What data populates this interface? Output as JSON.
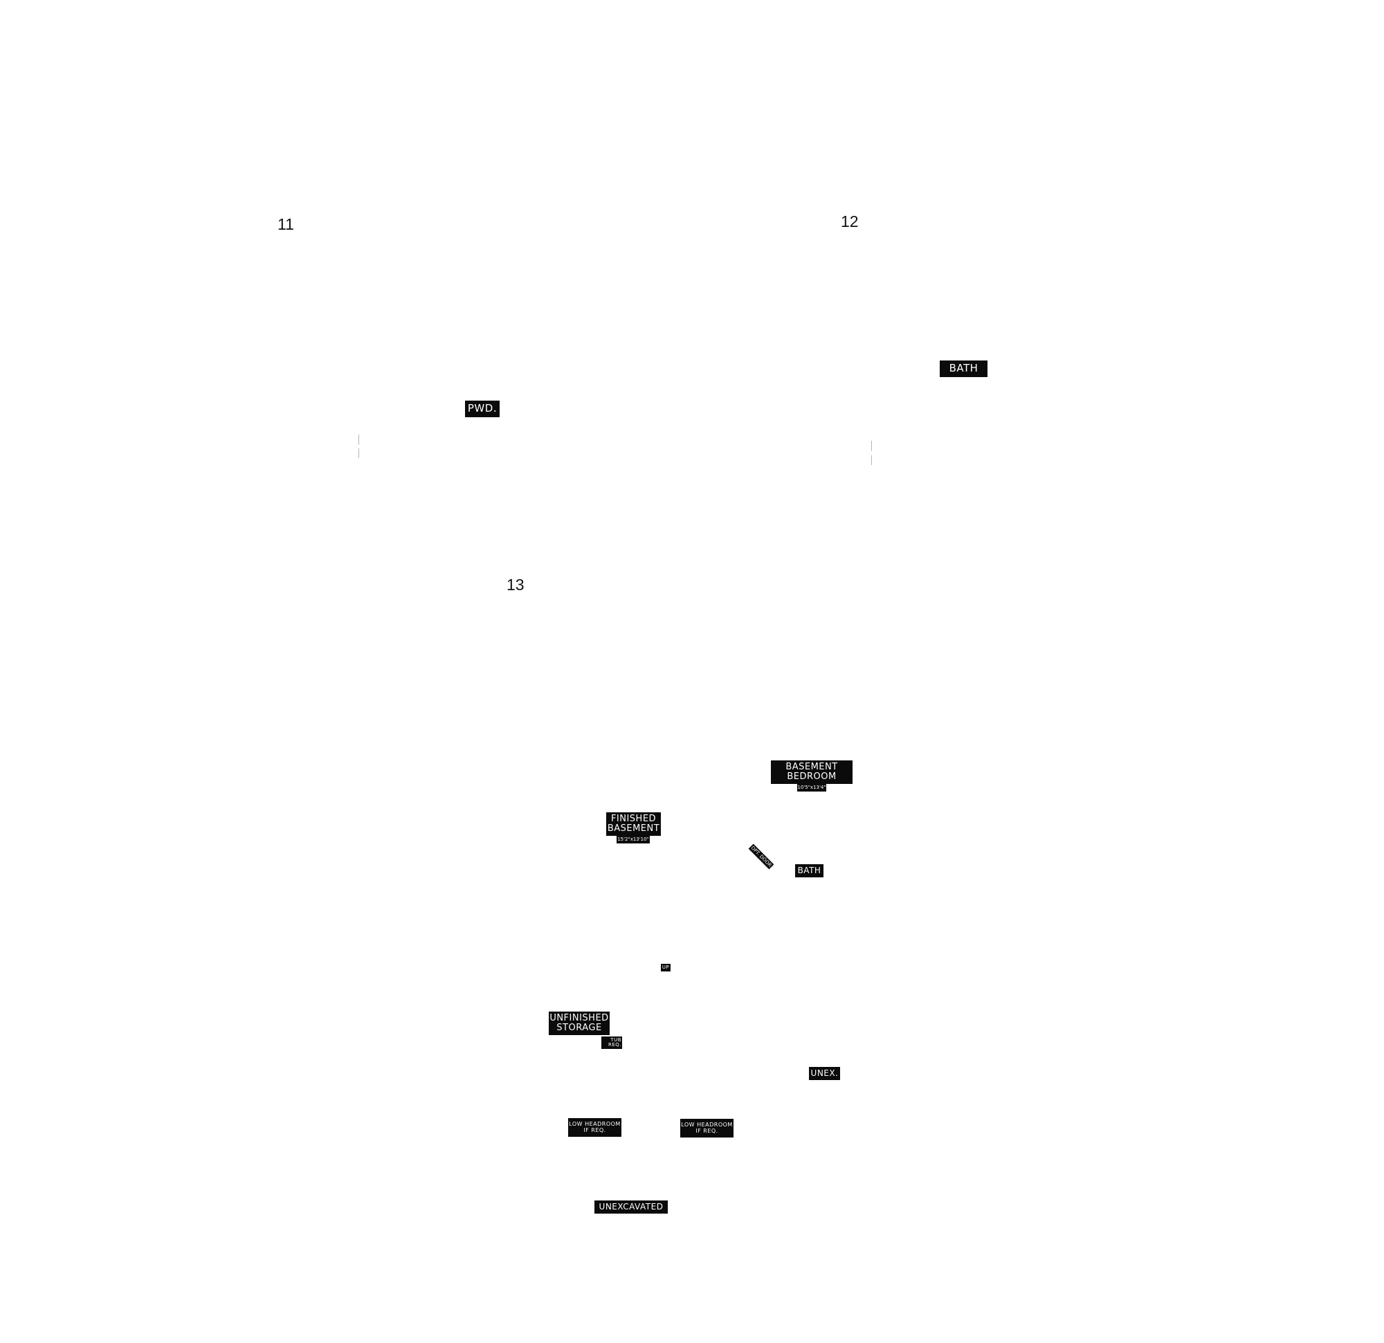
{
  "page_numbers": {
    "p11": "11",
    "p12": "12",
    "p13": "13"
  },
  "labels": {
    "bath_upper": "BATH",
    "pwd": "PWD.",
    "basement_bedroom": {
      "line1": "BASEMENT",
      "line2": "BEDROOM",
      "dimension": "10'5\"x13'4\""
    },
    "finished_basement": {
      "line1": "FINISHED",
      "line2": "BASEMENT",
      "dimension": "15'2\"x13'10\""
    },
    "opt_door": "OPT. DOOR",
    "bath_lower": "BATH",
    "up": "UP",
    "unfinished_storage": {
      "line1": "UNFINISHED",
      "line2": "STORAGE"
    },
    "tub_req": {
      "line1": "TUB",
      "line2": "REQ."
    },
    "unex": "UNEX.",
    "low_headroom_left": {
      "line1": "LOW HEADROOM",
      "line2": "IF REQ."
    },
    "low_headroom_right": {
      "line1": "LOW HEADROOM",
      "line2": "IF REQ."
    },
    "unexcavated": "UNEXCAVATED"
  },
  "colors": {
    "label_background": "#0b0b0b",
    "label_text": "#ffffff",
    "page_background": "#ffffff"
  }
}
